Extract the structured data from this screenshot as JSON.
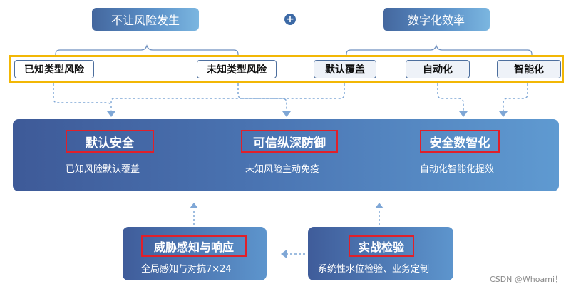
{
  "top": {
    "left_label": "不让风险发生",
    "right_label": "数字化效率",
    "plus_symbol": "+"
  },
  "chips": [
    "已知类型风险",
    "未知类型风险",
    "默认覆盖",
    "自动化",
    "智能化"
  ],
  "panel": {
    "items": [
      {
        "title": "默认安全",
        "subtitle": "已知风险默认覆盖"
      },
      {
        "title": "可信纵深防御",
        "subtitle": "未知风险主动免疫"
      },
      {
        "title": "安全数智化",
        "subtitle": "自动化智能化提效"
      }
    ]
  },
  "bottom": {
    "left": {
      "title": "威胁感知与响应",
      "subtitle": "全局感知与对抗7×24"
    },
    "right": {
      "title": "实战检验",
      "subtitle": "系统性水位检验、业务定制"
    }
  },
  "watermark": "CSDN @Whoami！",
  "colors": {
    "highlight_border": "#f2b705",
    "title_border": "#e0202a",
    "panel_blue": "#4a74b2"
  }
}
